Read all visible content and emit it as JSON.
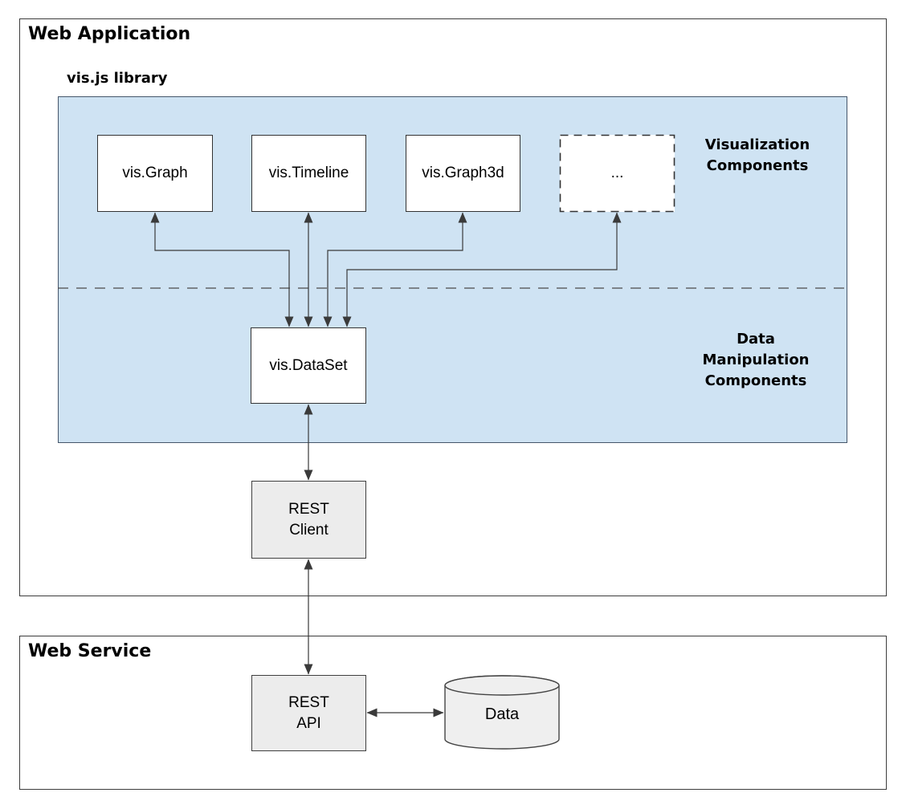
{
  "colors": {
    "panel_blue": "#cfe3f3",
    "node_gray": "#ececec",
    "node_white": "#ffffff",
    "line_dark": "#3a3a3a"
  },
  "app": {
    "title": "Web Application",
    "library": {
      "title": "vis.js library",
      "components": {
        "graph": "vis.Graph",
        "timeline": "vis.Timeline",
        "graph3d": "vis.Graph3d",
        "placeholder": "...",
        "dataset": "vis.DataSet"
      },
      "viz_label": [
        "Visualization",
        "Components"
      ],
      "data_label": [
        "Data",
        "Manipulation",
        "Components"
      ]
    },
    "rest_client": "REST\nClient"
  },
  "service": {
    "title": "Web Service",
    "rest_api": "REST\nAPI",
    "data_store": "Data"
  }
}
